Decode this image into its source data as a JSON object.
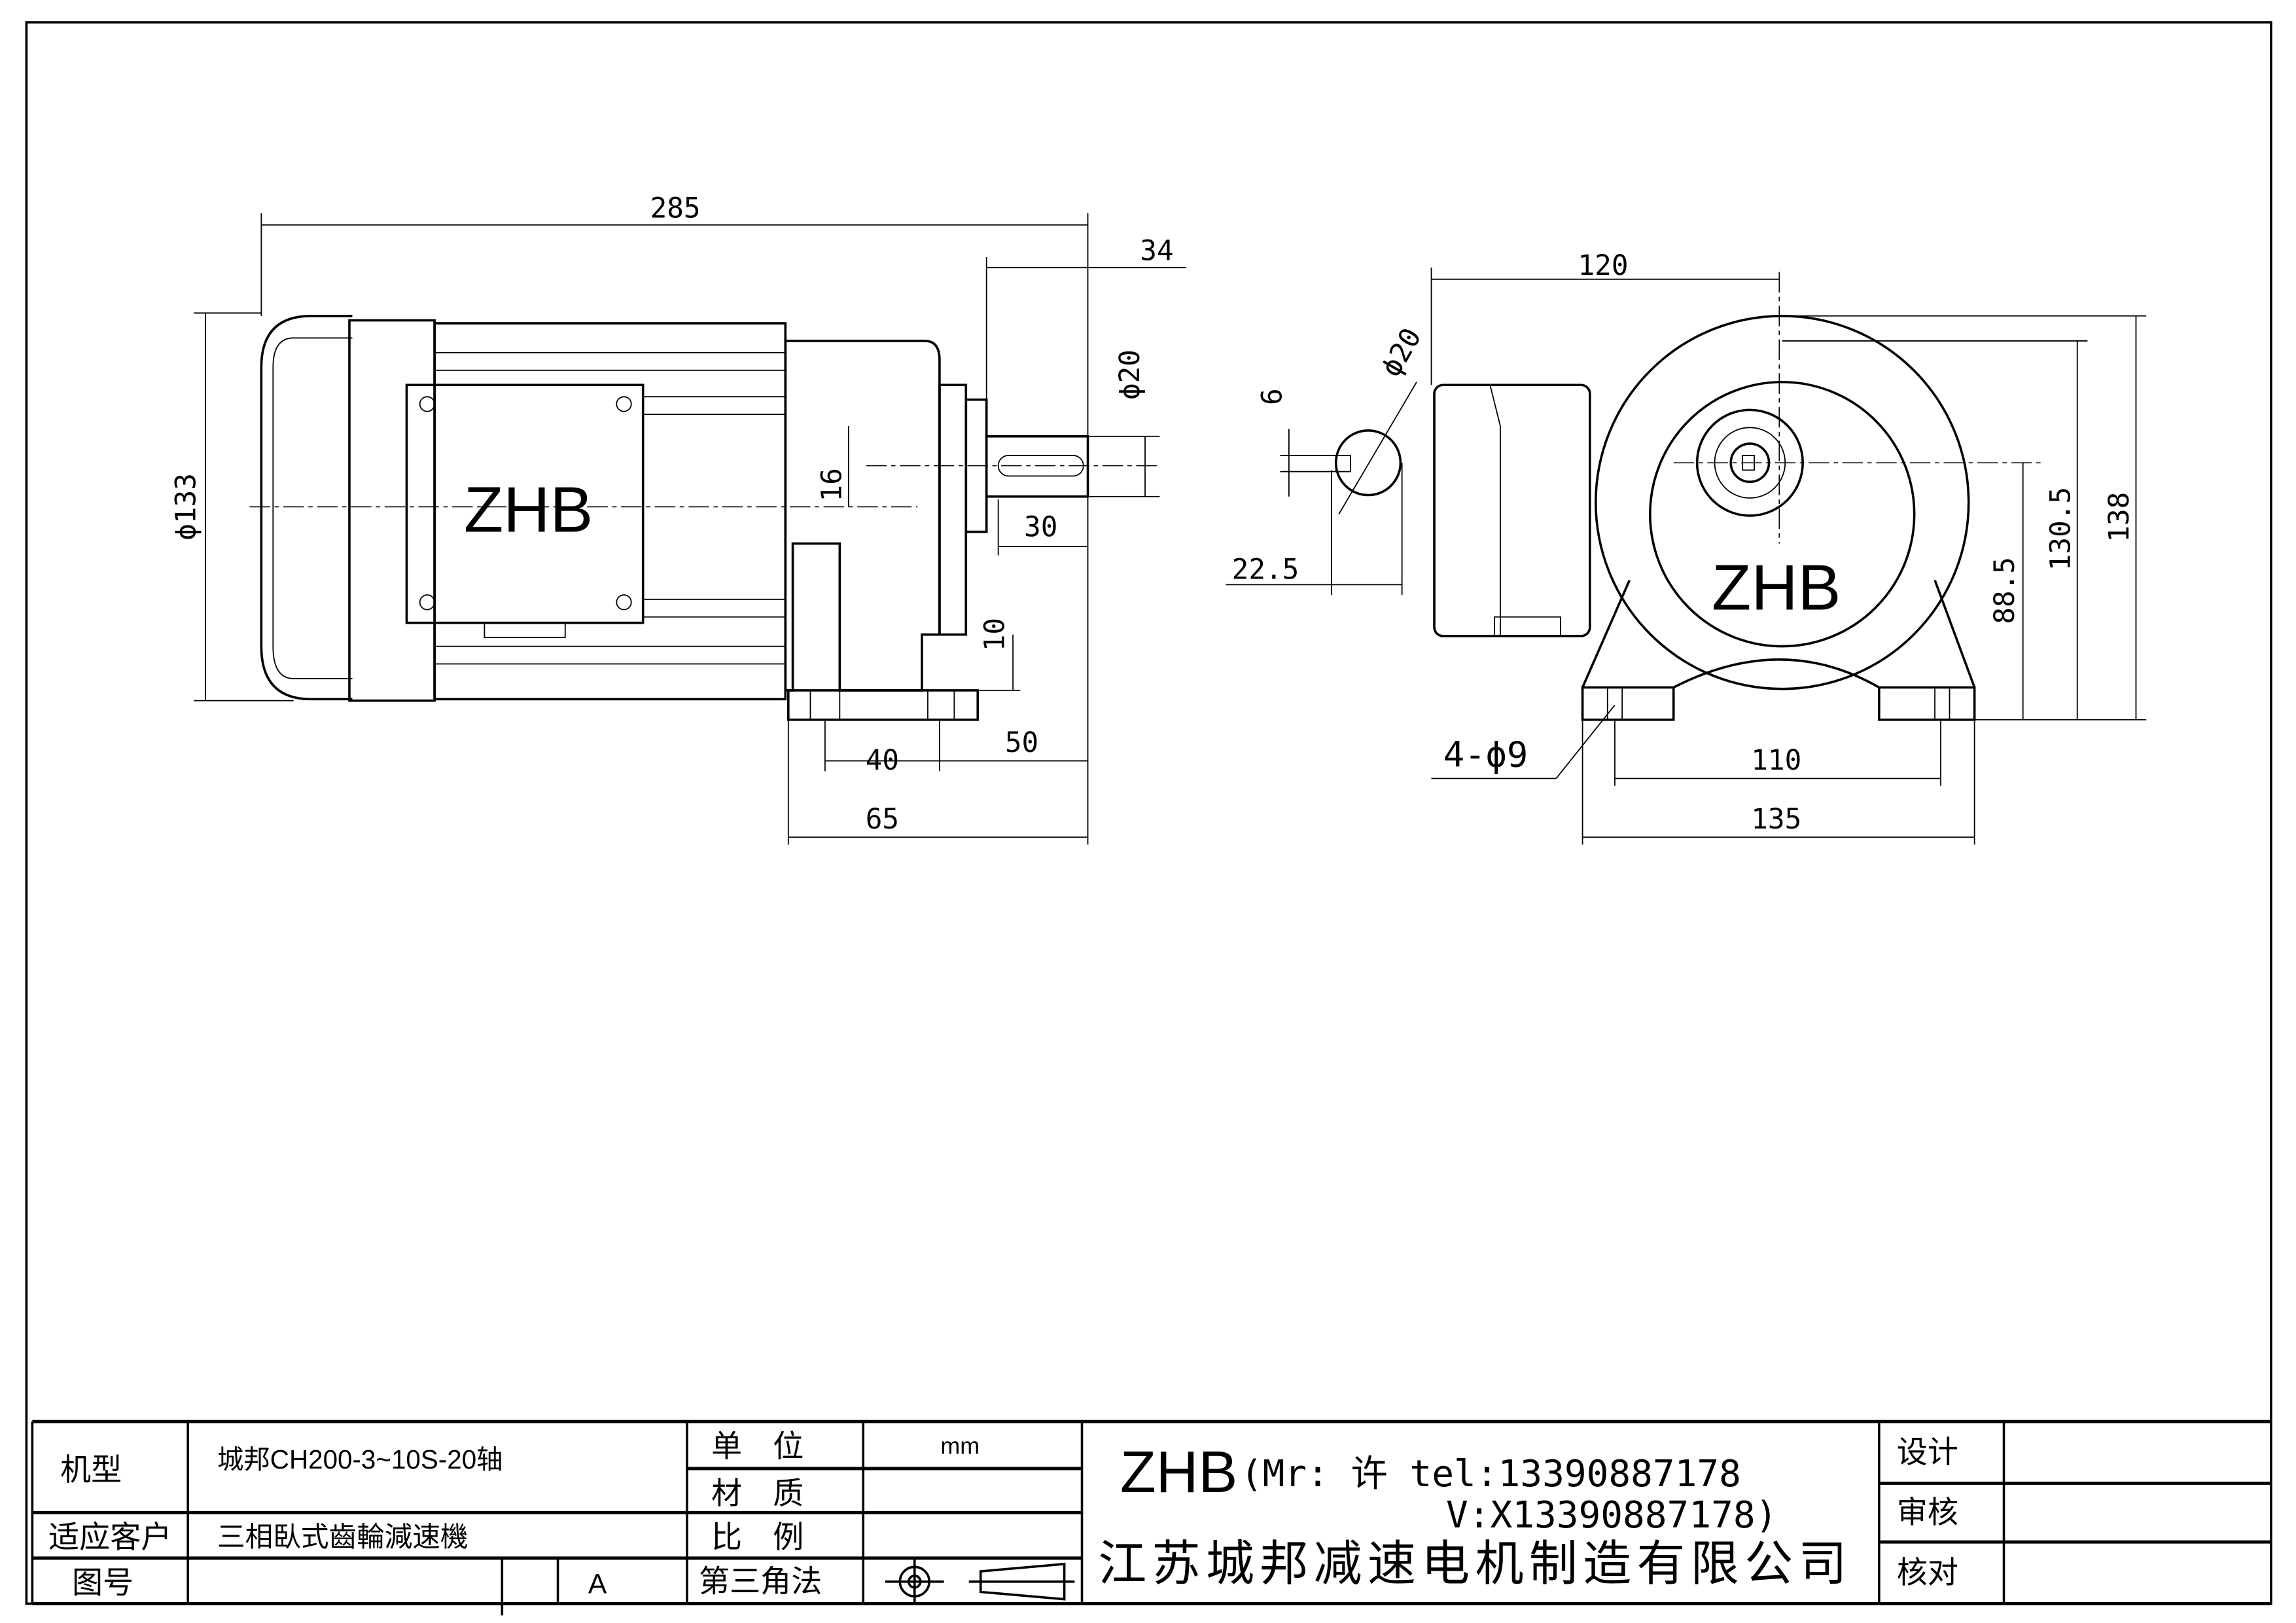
{
  "drawing": {
    "side_view": {
      "logo": "ZHB",
      "dims": {
        "overall_length": "285",
        "shaft_length": "34",
        "motor_diameter": "ϕ133",
        "shaft_diameter": "ϕ20",
        "center_height_offset": "16",
        "key_length": "30",
        "foot_thickness": "10",
        "foot_to_shaft_end": "50",
        "foot_hole_spacing": "40",
        "foot_length": "65"
      }
    },
    "front_view": {
      "logo": "ZHB",
      "dims": {
        "shaft_to_box": "120",
        "total_height": "138",
        "height_130": "130.5",
        "center_height": "88.5",
        "hole_spacing": "110",
        "base_width": "135",
        "mount_holes": "4-ϕ9",
        "key_width": "6",
        "key_depth": "22.5",
        "shaft_diameter": "ϕ20"
      }
    }
  },
  "title_block": {
    "model_label": "机型",
    "model_value": "城邦CH200-3~10S-20轴",
    "customer_label": "适应客户",
    "customer_value": "三相臥式齒輪減速機",
    "drawing_no_label": "图号",
    "revision": "A",
    "unit_label": "单　位",
    "unit_value": "mm",
    "material_label": "材　质",
    "scale_label": "比　例",
    "projection_label": "第三角法",
    "company_logo": "ZHB",
    "contact_line1": "(Mr: 许 tel:13390887178",
    "contact_line2": "V:X13390887178)",
    "company_name": "江苏城邦减速电机制造有限公司",
    "design_label": "设计",
    "review_label": "审核",
    "check_label": "核对"
  }
}
